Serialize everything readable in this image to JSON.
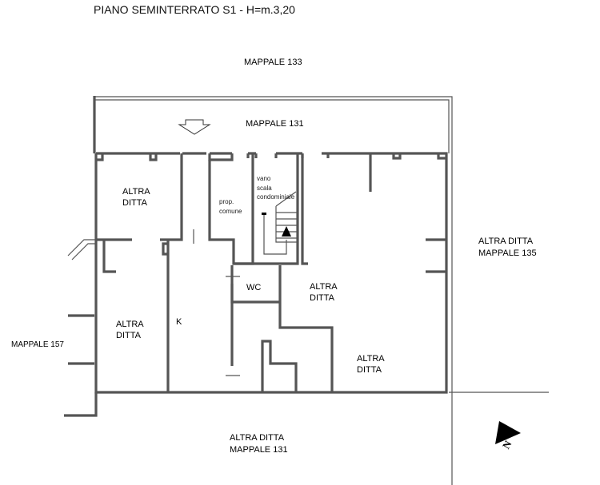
{
  "title": "PIANO SEMINTERRATO S1 - H=m.3,20",
  "surroundings": {
    "north_far": "MAPPALE 133",
    "north_near": "MAPPALE 131",
    "east": [
      "ALTRA DITTA",
      "MAPPALE 135"
    ],
    "west": "MAPPALE 157",
    "south": [
      "ALTRA DITTA",
      "MAPPALE 131"
    ]
  },
  "rooms": {
    "top_left": [
      "ALTRA",
      "DITTA"
    ],
    "bottom_left": [
      "ALTRA",
      "DITTA"
    ],
    "center": [
      "ALTRA",
      "DITTA"
    ],
    "bottom_right": [
      "ALTRA",
      "DITTA"
    ],
    "common": [
      "prop.",
      "comune"
    ],
    "stair": [
      "vano",
      "scala",
      "condominiale"
    ],
    "wc": "WC",
    "k": "K"
  },
  "north_arrow_letter": "N"
}
